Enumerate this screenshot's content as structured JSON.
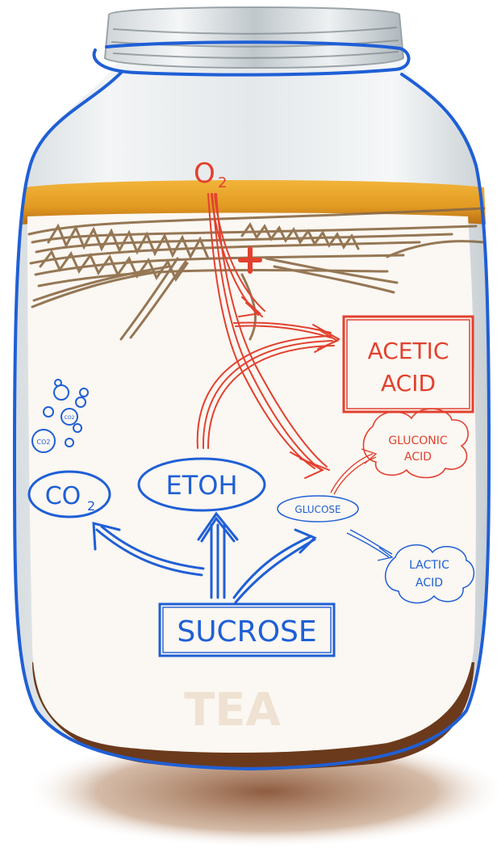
{
  "diagram": {
    "oxygen": "O",
    "oxygen_sub": "2",
    "plus": "+",
    "acetic_acid": [
      "ACETIC",
      "ACID"
    ],
    "gluconic_acid": [
      "GLUCONIC",
      "ACID"
    ],
    "glucose": "GLUCOSE",
    "lactic_acid": [
      "LACTIC",
      "ACID"
    ],
    "co2": "CO",
    "co2_sub": "2",
    "bubble_labels": [
      "CO2",
      "CO2"
    ],
    "etoh": "ETOH",
    "sucrose": "SUCROSE",
    "tea": "TEA"
  },
  "colors": {
    "blue_ink": "#1f5fd6",
    "red_ink": "#e2412f",
    "brown_ink": "#8a6a45",
    "tea_amber": "#e0a32a",
    "tea_dark": "#6b3a1c",
    "paper": "#fbf7f2"
  }
}
